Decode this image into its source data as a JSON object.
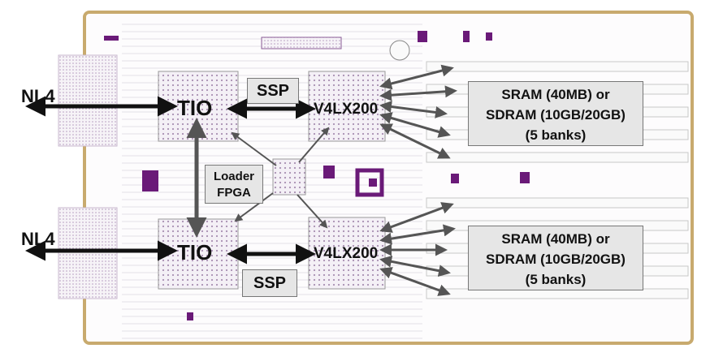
{
  "labels": {
    "nl4_top": "NL4",
    "nl4_bottom": "NL4",
    "tio_top": "TIO",
    "tio_bottom": "TIO",
    "ssp_top": "SSP",
    "ssp_bottom": "SSP",
    "v4lx_top": "V4LX200",
    "v4lx_bottom": "V4LX200",
    "loader_line1": "Loader",
    "loader_line2": "FPGA"
  },
  "memory_top": {
    "line1": "SRAM (40MB) or",
    "line2": "SDRAM (10GB/20GB)",
    "line3": "(5 banks)"
  },
  "memory_bottom": {
    "line1": "SRAM (40MB) or",
    "line2": "SDRAM (10GB/20GB)",
    "line3": "(5 banks)"
  },
  "colors": {
    "board_outline": "#c8aa6e",
    "trace": "#e3e3e3",
    "silkscreen": "#6a1a78",
    "arrow_dark": "#111111",
    "arrow_gray": "#555555",
    "callout_fill": "#e6e6e6"
  }
}
